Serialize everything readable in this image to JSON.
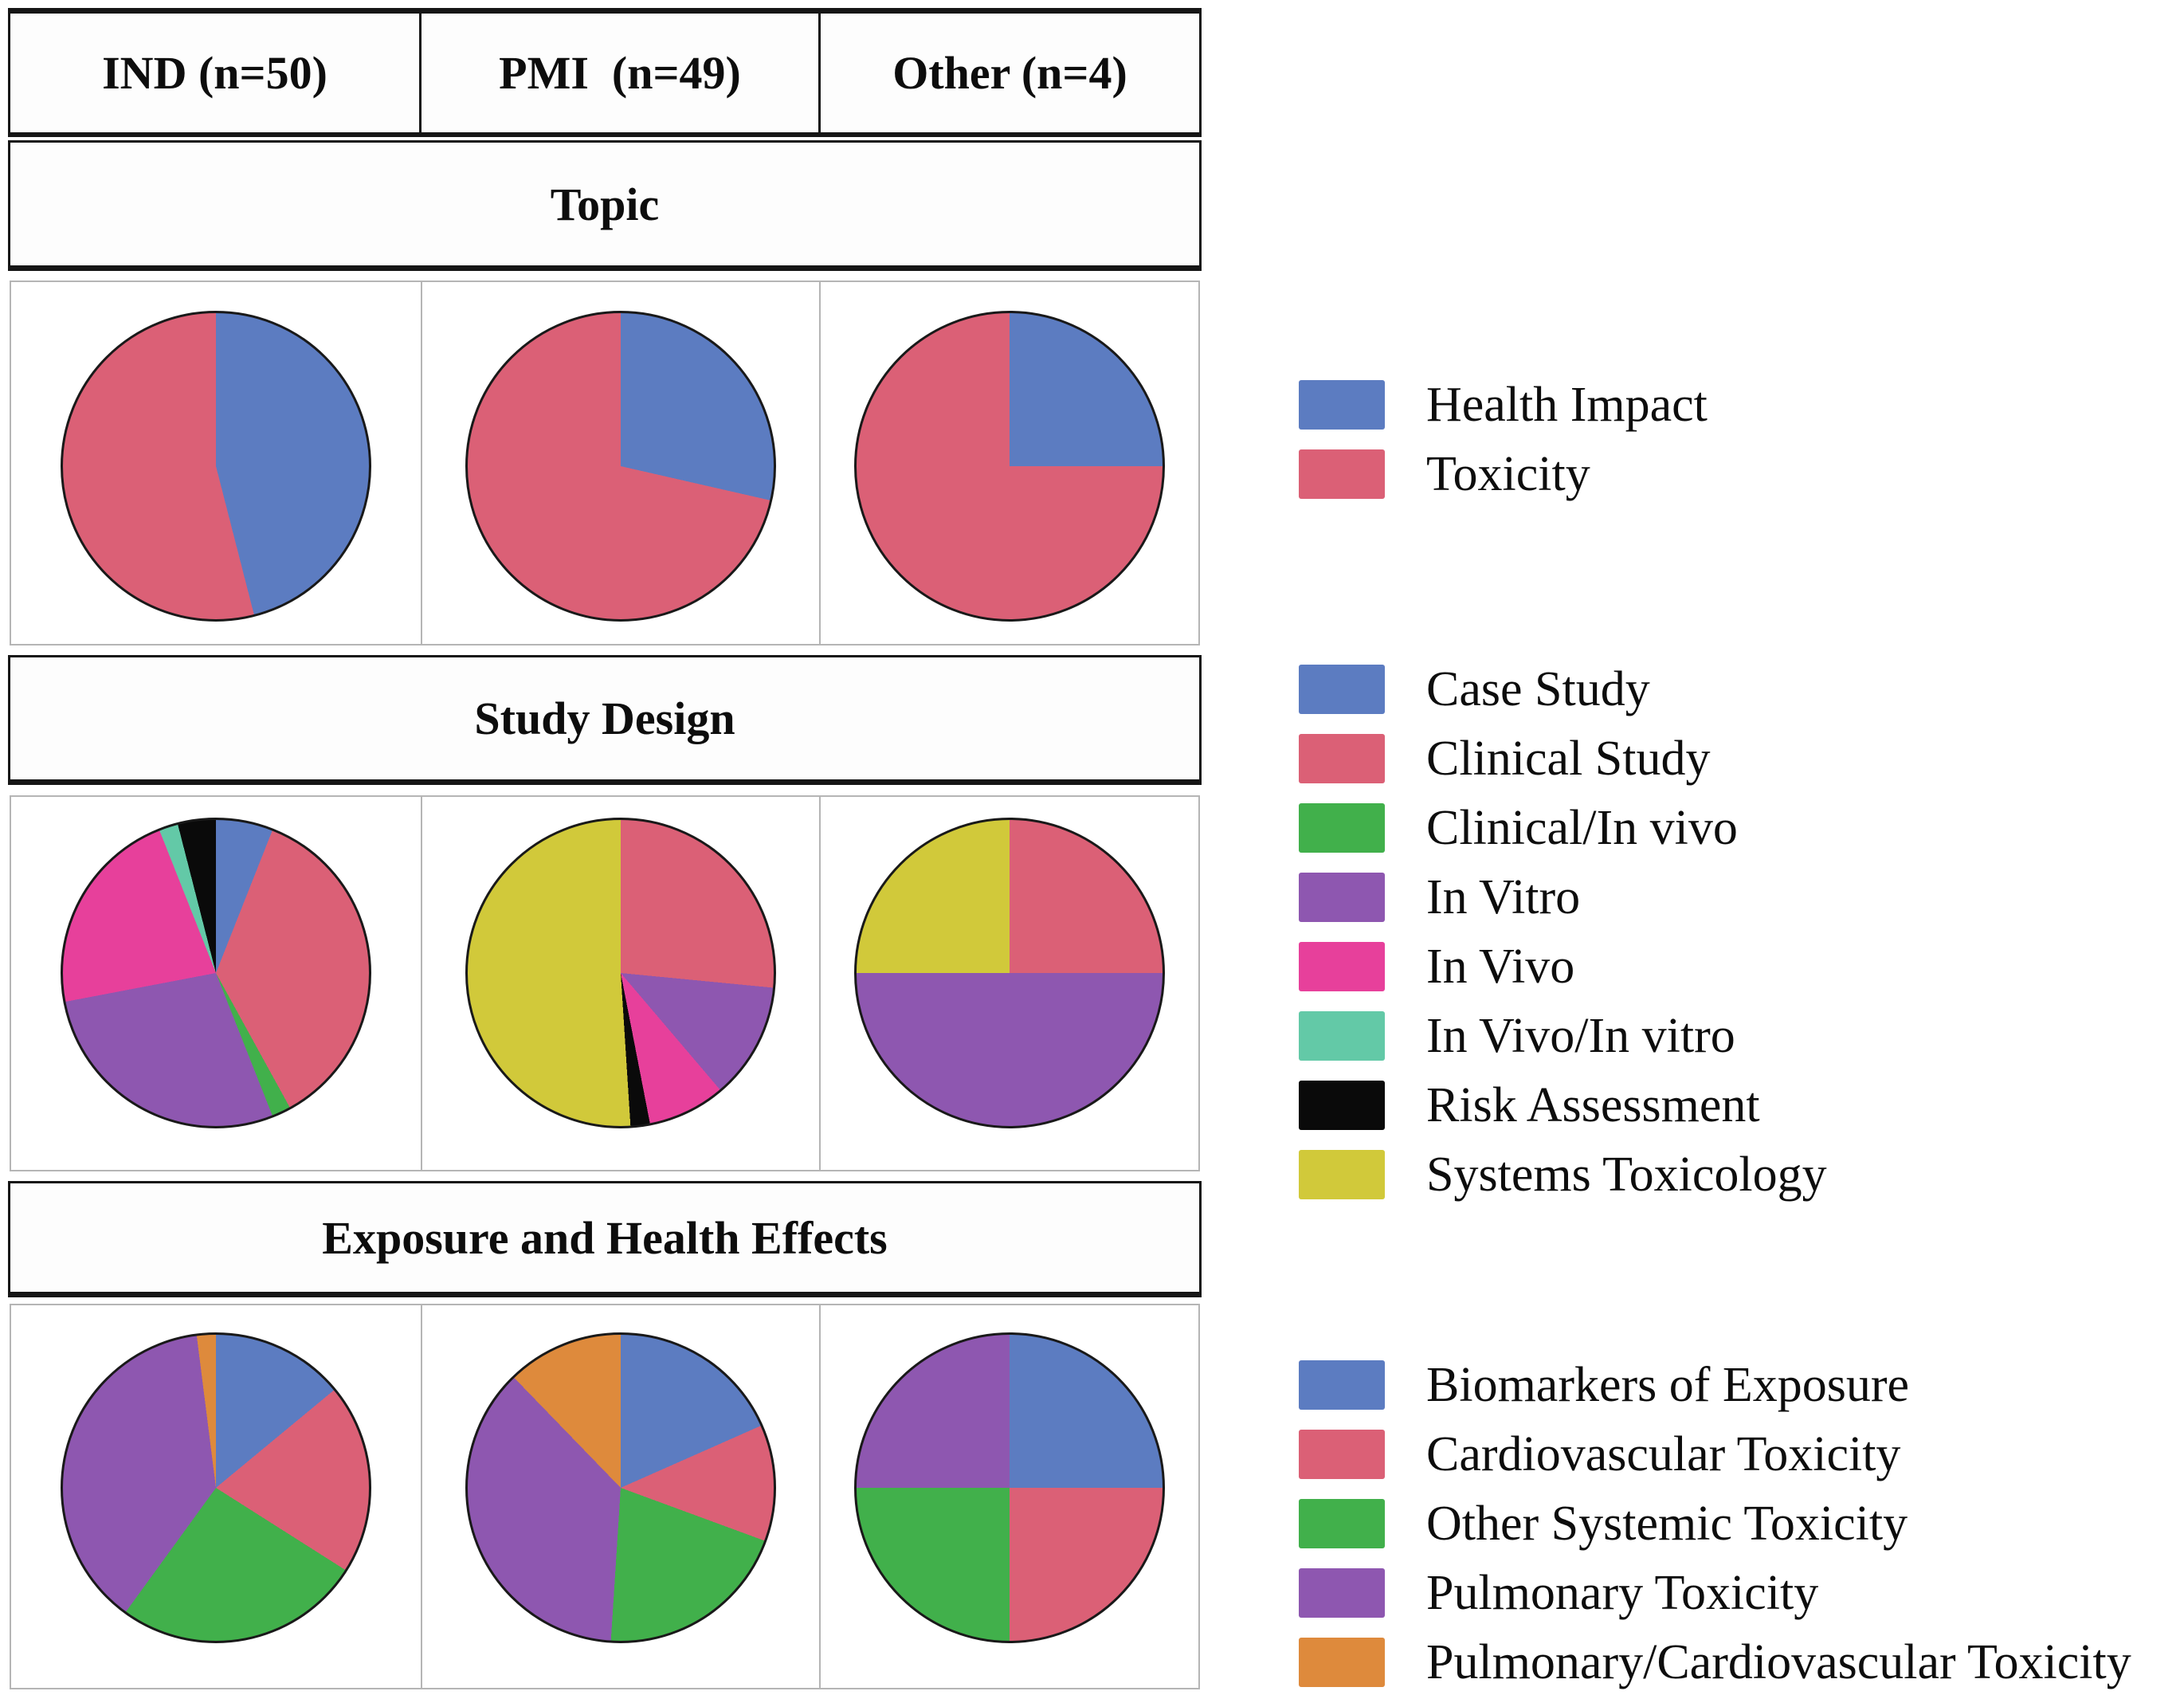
{
  "columns": [
    {
      "label": "IND (n=50)"
    },
    {
      "label": "PMI  (n=49)"
    },
    {
      "label": "Other (n=4)"
    }
  ],
  "chart_data": [
    {
      "type": "pie",
      "section": "Topic",
      "legend_position": "right",
      "legend": [
        {
          "label": "Health Impact",
          "color": "#5C7CC1"
        },
        {
          "label": "Toxicity",
          "color": "#DB6076"
        }
      ],
      "pies": [
        {
          "column": "IND (n=50)",
          "total": 50,
          "slices": [
            {
              "label": "Health Impact",
              "value": 23
            },
            {
              "label": "Toxicity",
              "value": 27
            }
          ]
        },
        {
          "column": "PMI  (n=49)",
          "total": 49,
          "slices": [
            {
              "label": "Health Impact",
              "value": 14
            },
            {
              "label": "Toxicity",
              "value": 35
            }
          ]
        },
        {
          "column": "Other (n=4)",
          "total": 4,
          "slices": [
            {
              "label": "Health Impact",
              "value": 1
            },
            {
              "label": "Toxicity",
              "value": 3
            }
          ]
        }
      ]
    },
    {
      "type": "pie",
      "section": "Study Design",
      "legend_position": "right",
      "legend": [
        {
          "label": "Case Study",
          "color": "#5C7CC1"
        },
        {
          "label": "Clinical Study",
          "color": "#DB6076"
        },
        {
          "label": "Clinical/In vivo",
          "color": "#41B04B"
        },
        {
          "label": "In Vitro",
          "color": "#8E57B0"
        },
        {
          "label": "In Vivo",
          "color": "#E7409B"
        },
        {
          "label": "In Vivo/In vitro",
          "color": "#63C9A7"
        },
        {
          "label": "Risk Assessment",
          "color": "#0A0A0A"
        },
        {
          "label": "Systems Toxicology",
          "color": "#D1C93A"
        }
      ],
      "pies": [
        {
          "column": "IND (n=50)",
          "total": 50,
          "slices": [
            {
              "label": "Case Study",
              "value": 3
            },
            {
              "label": "Clinical Study",
              "value": 18
            },
            {
              "label": "Clinical/In vivo",
              "value": 1
            },
            {
              "label": "In Vitro",
              "value": 14
            },
            {
              "label": "In Vivo",
              "value": 11
            },
            {
              "label": "In Vivo/In vitro",
              "value": 1
            },
            {
              "label": "Risk Assessment",
              "value": 2
            }
          ]
        },
        {
          "column": "PMI  (n=49)",
          "total": 49,
          "slices": [
            {
              "label": "Clinical Study",
              "value": 13
            },
            {
              "label": "In Vitro",
              "value": 6
            },
            {
              "label": "In Vivo",
              "value": 4
            },
            {
              "label": "Risk Assessment",
              "value": 1
            },
            {
              "label": "Systems Toxicology",
              "value": 25
            }
          ]
        },
        {
          "column": "Other (n=4)",
          "total": 4,
          "slices": [
            {
              "label": "Clinical Study",
              "value": 1
            },
            {
              "label": "In Vitro",
              "value": 2
            },
            {
              "label": "Systems Toxicology",
              "value": 1
            }
          ]
        }
      ]
    },
    {
      "type": "pie",
      "section": "Exposure and Health Effects",
      "legend_position": "right",
      "legend": [
        {
          "label": "Biomarkers of Exposure",
          "color": "#5C7CC1"
        },
        {
          "label": "Cardiovascular Toxicity",
          "color": "#DB6076"
        },
        {
          "label": "Other Systemic Toxicity",
          "color": "#41B04B"
        },
        {
          "label": "Pulmonary Toxicity",
          "color": "#8E57B0"
        },
        {
          "label": "Pulmonary/Cardiovascular Toxicity",
          "color": "#DE8A3C"
        }
      ],
      "pies": [
        {
          "column": "IND (n=50)",
          "total": 50,
          "slices": [
            {
              "label": "Biomarkers of Exposure",
              "value": 7
            },
            {
              "label": "Cardiovascular Toxicity",
              "value": 10
            },
            {
              "label": "Other Systemic Toxicity",
              "value": 13
            },
            {
              "label": "Pulmonary Toxicity",
              "value": 19
            },
            {
              "label": "Pulmonary/Cardiovascular Toxicity",
              "value": 1
            }
          ]
        },
        {
          "column": "PMI  (n=49)",
          "total": 49,
          "slices": [
            {
              "label": "Biomarkers of Exposure",
              "value": 9
            },
            {
              "label": "Cardiovascular Toxicity",
              "value": 6
            },
            {
              "label": "Other Systemic Toxicity",
              "value": 10
            },
            {
              "label": "Pulmonary Toxicity",
              "value": 18
            },
            {
              "label": "Pulmonary/Cardiovascular Toxicity",
              "value": 6
            }
          ]
        },
        {
          "column": "Other (n=4)",
          "total": 4,
          "slices": [
            {
              "label": "Biomarkers of Exposure",
              "value": 1
            },
            {
              "label": "Cardiovascular Toxicity",
              "value": 1
            },
            {
              "label": "Other Systemic Toxicity",
              "value": 1
            },
            {
              "label": "Pulmonary Toxicity",
              "value": 1
            }
          ]
        }
      ]
    }
  ]
}
